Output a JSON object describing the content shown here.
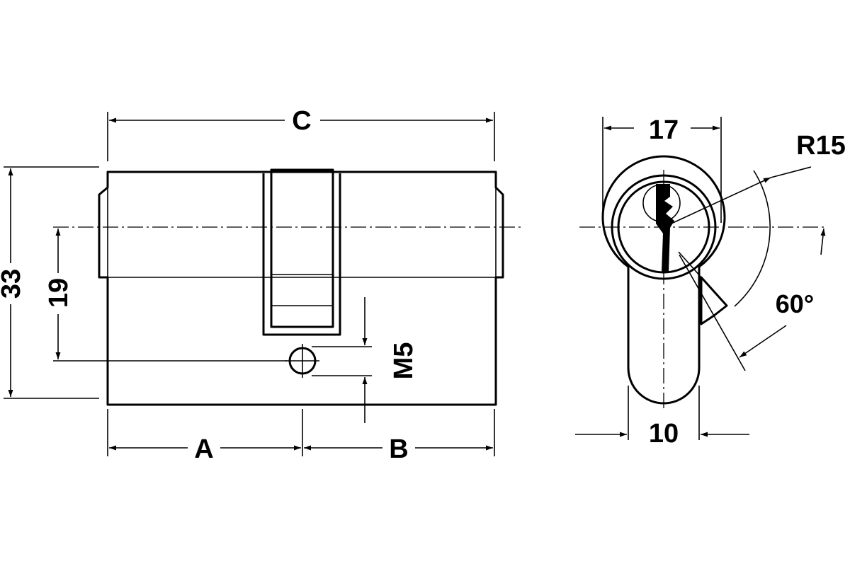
{
  "labels": {
    "overall_length": "C",
    "length_a": "A",
    "length_b": "B",
    "height": "33",
    "axis_height": "19",
    "screw_thread": "M5",
    "width": "17",
    "radius": "R15",
    "cam_angle": "60°",
    "lower_width": "10"
  }
}
